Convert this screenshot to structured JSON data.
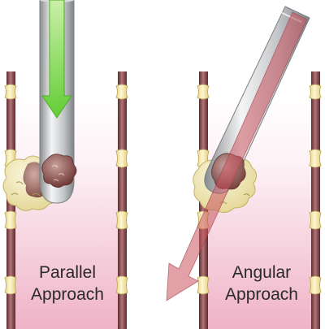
{
  "panels": [
    {
      "label_line1": "Parallel",
      "label_line2": "Approach"
    },
    {
      "label_line1": "Angular",
      "label_line2": "Approach"
    }
  ],
  "colors": {
    "background_gradient_top": "#ffffff",
    "background_gradient_bottom": "#f0b6c8",
    "rod": "#8a4b4e",
    "vertebra_joint": "#f6ebb4",
    "cannula_metal": "#b9bcbf",
    "approach_arrow_parallel": "#6fd43a",
    "approach_arrow_angular": "#c8545e",
    "debris": "#efe7bb"
  },
  "icons": [
    "down-arrow-icon",
    "diagonal-arrow-icon"
  ]
}
